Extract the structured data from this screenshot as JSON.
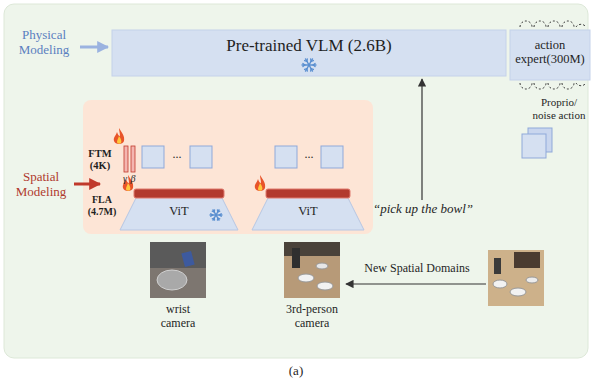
{
  "diagram": {
    "caption": "(a)",
    "nodes": [
      {
        "text": [
          "Pre-trained VLM (2.6B)"
        ]
      },
      {
        "text": [
          "action expert(300M)"
        ]
      },
      {
        "text": [
          "ViT"
        ]
      },
      {
        "text": [
          "ViT"
        ]
      }
    ],
    "labels": [
      "Physical Modeling",
      "Spatial Modeling",
      "FTM (4K)",
      "FLA (4.7M)",
      "γ",
      "β",
      "...",
      "...",
      "“pick up the bowl”",
      "Proprio/ noise action",
      "New Spatial Domains",
      "wrist camera",
      "3rd-person camera"
    ]
  }
}
